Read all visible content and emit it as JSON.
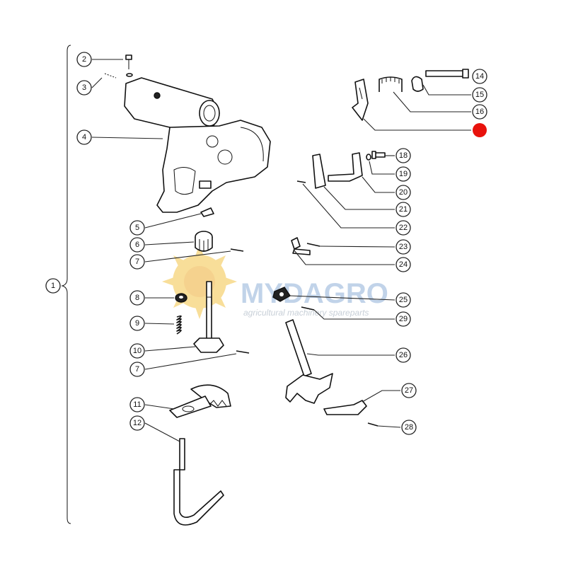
{
  "callouts": {
    "c1": "1",
    "c2": "2",
    "c3": "3",
    "c4": "4",
    "c5": "5",
    "c6": "6",
    "c7a": "7",
    "c7b": "7",
    "c8": "8",
    "c9": "9",
    "c10": "10",
    "c11": "11",
    "c12": "12",
    "c14": "14",
    "c15": "15",
    "c16": "16",
    "c18": "18",
    "c19": "19",
    "c20": "20",
    "c21": "21",
    "c22": "22",
    "c23": "23",
    "c24": "24",
    "c25": "25",
    "c26": "26",
    "c27": "27",
    "c28": "28",
    "c29": "29"
  },
  "watermark": {
    "brand": "MYDAGRO",
    "tagline": "agricultural machinery spareparts",
    "brand_color": "#8fb0d8",
    "sun_color": "#f3c447"
  },
  "highlight_color": "#e8120c"
}
